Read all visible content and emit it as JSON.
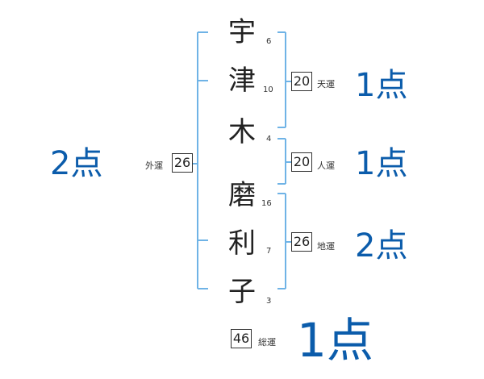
{
  "name_chars": [
    {
      "char": "宇",
      "strokes": "6"
    },
    {
      "char": "津",
      "strokes": "10"
    },
    {
      "char": "木",
      "strokes": "4"
    },
    {
      "char": "磨",
      "strokes": "16"
    },
    {
      "char": "利",
      "strokes": "7"
    },
    {
      "char": "子",
      "strokes": "3"
    }
  ],
  "fortunes": {
    "heaven": {
      "label": "天運",
      "value": "20",
      "score": "1点"
    },
    "person": {
      "label": "人運",
      "value": "20",
      "score": "1点"
    },
    "earth": {
      "label": "地運",
      "value": "26",
      "score": "2点"
    },
    "outer": {
      "label": "外運",
      "value": "26",
      "score": "2点"
    },
    "total": {
      "label": "総運",
      "value": "46",
      "score": "1点"
    }
  },
  "colors": {
    "bracket": "#6fb3e6",
    "score": "#0b5cab"
  }
}
